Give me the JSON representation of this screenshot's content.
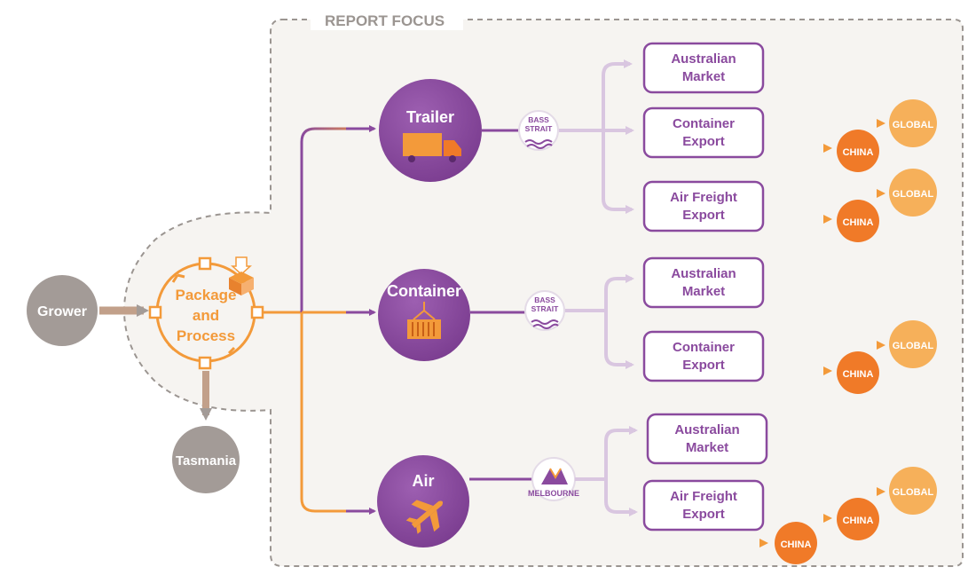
{
  "report_focus": "REPORT FOCUS",
  "grower": "Grower",
  "package": {
    "line1": "Package",
    "line2": "and",
    "line3": "Process"
  },
  "tasmania": "Tasmania",
  "modes": {
    "trailer": "Trailer",
    "container": "Container",
    "air": "Air"
  },
  "badges": {
    "bass_strait_1": {
      "line1": "BASS",
      "line2": "STRAIT"
    },
    "bass_strait_2": {
      "line1": "BASS",
      "line2": "STRAIT"
    },
    "melbourne": "MELBOURNE"
  },
  "destinations": {
    "australian_market": {
      "line1": "Australian",
      "line2": "Market"
    },
    "container_export": {
      "line1": "Container",
      "line2": "Export"
    },
    "air_freight_export": {
      "line1": "Air Freight",
      "line2": "Export"
    }
  },
  "endpoints": {
    "global": "GLOBAL",
    "china": "CHINA"
  },
  "colors": {
    "purple": "#8a4a9e",
    "purple_light": "#d9c6e0",
    "orange": "#f39a3a",
    "orange_dark": "#f07a28",
    "grey": "#a39b97",
    "focus_bg": "#f6f4f1"
  }
}
